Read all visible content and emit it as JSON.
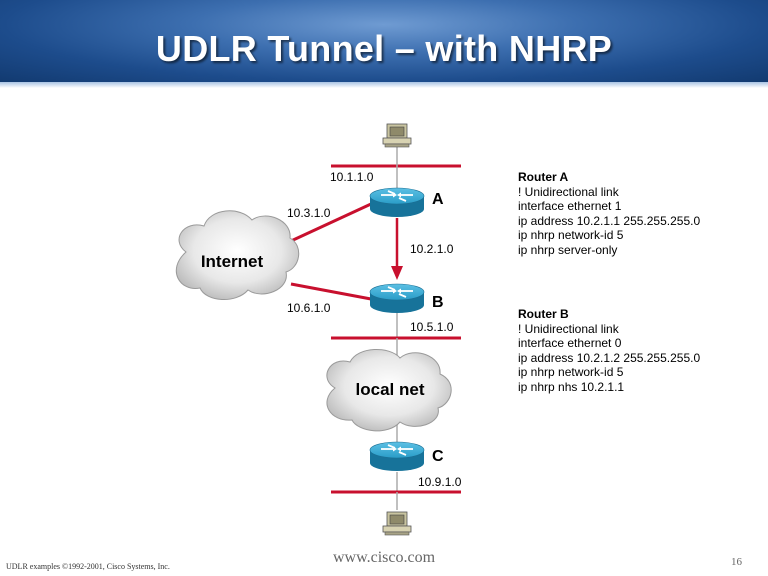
{
  "title": "UDLR Tunnel – with NHRP",
  "network": {
    "net_top": "10.1.1.0",
    "net_a_internet": "10.3.1.0",
    "net_a_b": "10.2.1.0",
    "net_internet_b": "10.6.1.0",
    "net_b_lan": "10.5.1.0",
    "net_c_lan": "10.9.1.0"
  },
  "routers": {
    "a": "A",
    "b": "B",
    "c": "C"
  },
  "clouds": {
    "internet": "Internet",
    "local": "local net"
  },
  "router_a_config": {
    "title": "Router A",
    "lines": [
      "! Unidirectional link",
      "interface ethernet 1",
      "ip address 10.2.1.1 255.255.255.0",
      "ip nhrp network-id 5",
      "ip nhrp server-only"
    ]
  },
  "router_b_config": {
    "title": "Router B",
    "lines": [
      "! Unidirectional link",
      "interface ethernet 0",
      "ip address 10.2.1.2 255.255.255.0",
      "ip nhrp network-id 5",
      "ip nhrp nhs 10.2.1.1"
    ]
  },
  "colors": {
    "link": "#c8102e",
    "router": "#1f8fb8",
    "banner": "#2a5a9c"
  },
  "footer": {
    "left": "UDLR examples ©1992-2001, Cisco Systems, Inc.",
    "center": "www.cisco.com",
    "page": "16"
  }
}
